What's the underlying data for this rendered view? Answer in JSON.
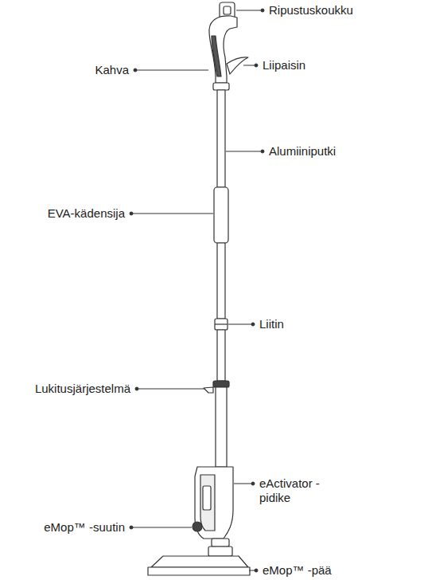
{
  "diagram": {
    "labels": [
      "Ripustuskoukku",
      "Kahva",
      "Liipaisin",
      "Alumiiniputki",
      "EVA-kädensija",
      "Liitin",
      "Lukitusjärjestelmä",
      "eActivator -pidike",
      "eMop™ -suutin",
      "eMop™ -pää"
    ]
  }
}
